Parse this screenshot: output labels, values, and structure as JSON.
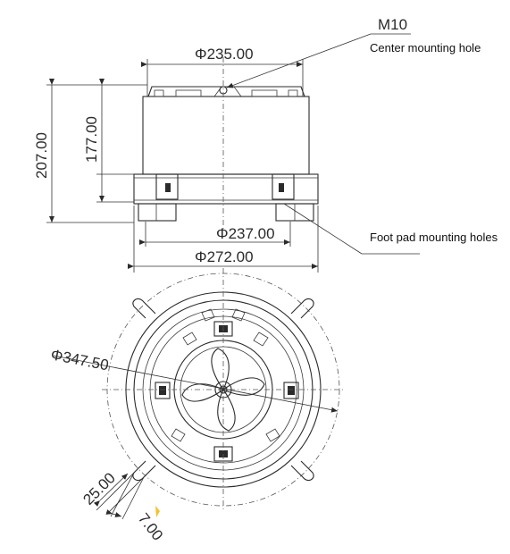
{
  "callouts": {
    "thread": "M10",
    "center_hole": "Center mounting hole",
    "foot_holes": "Foot pad mounting holes"
  },
  "dimensions": {
    "top_diameter": "Φ235.00",
    "overall_height": "207.00",
    "body_height": "177.00",
    "foot_circle": "Φ237.00",
    "base_diameter": "Φ272.00",
    "outer_diameter": "Φ347.50",
    "lug_width": "25.00",
    "lug_offset": "7.00"
  },
  "colors": {
    "ink": "#2b2b2b",
    "highlight": "#f2c230"
  }
}
